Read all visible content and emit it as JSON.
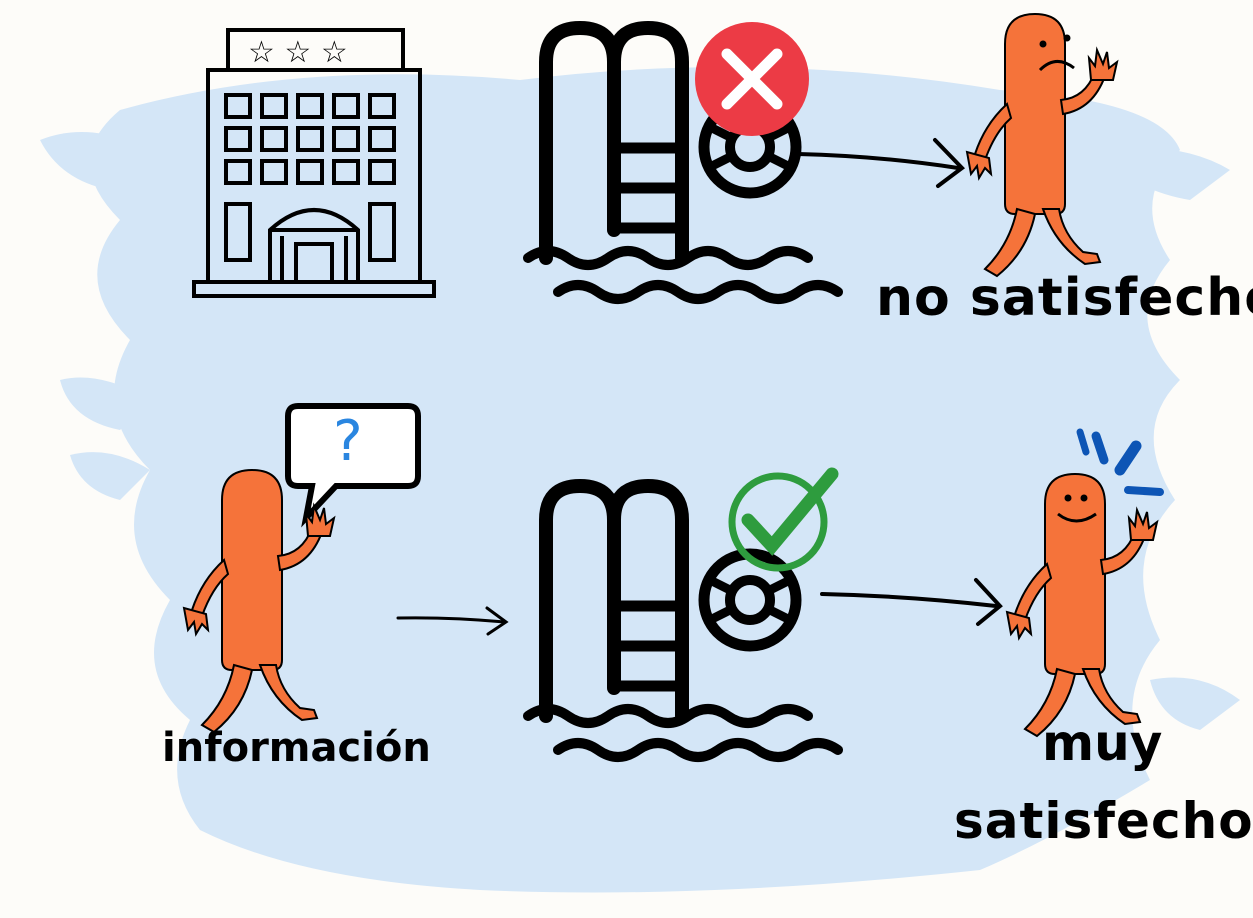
{
  "labels": {
    "no_satisfecho": "no satisfecho",
    "informacion": "información",
    "muy": "muy",
    "satisfecho": "satisfecho",
    "question_mark": "?"
  },
  "colors": {
    "background": "#fdfcf9",
    "water_splash": "#d4e6f7",
    "character": "#f5733a",
    "line": "#000000",
    "error_red": "#ec3b45",
    "check_green": "#2e9c3e",
    "question_blue": "#2a86e0",
    "excite_blue": "#0d55b5"
  },
  "icons": {
    "hotel": "hotel-icon",
    "pool_top": "pool-ladder-icon",
    "pool_bottom": "pool-ladder-icon",
    "lifebuoy": "lifebuoy-icon",
    "cross": "x-mark-icon",
    "check": "check-mark-icon",
    "speech_bubble": "speech-bubble-icon"
  }
}
